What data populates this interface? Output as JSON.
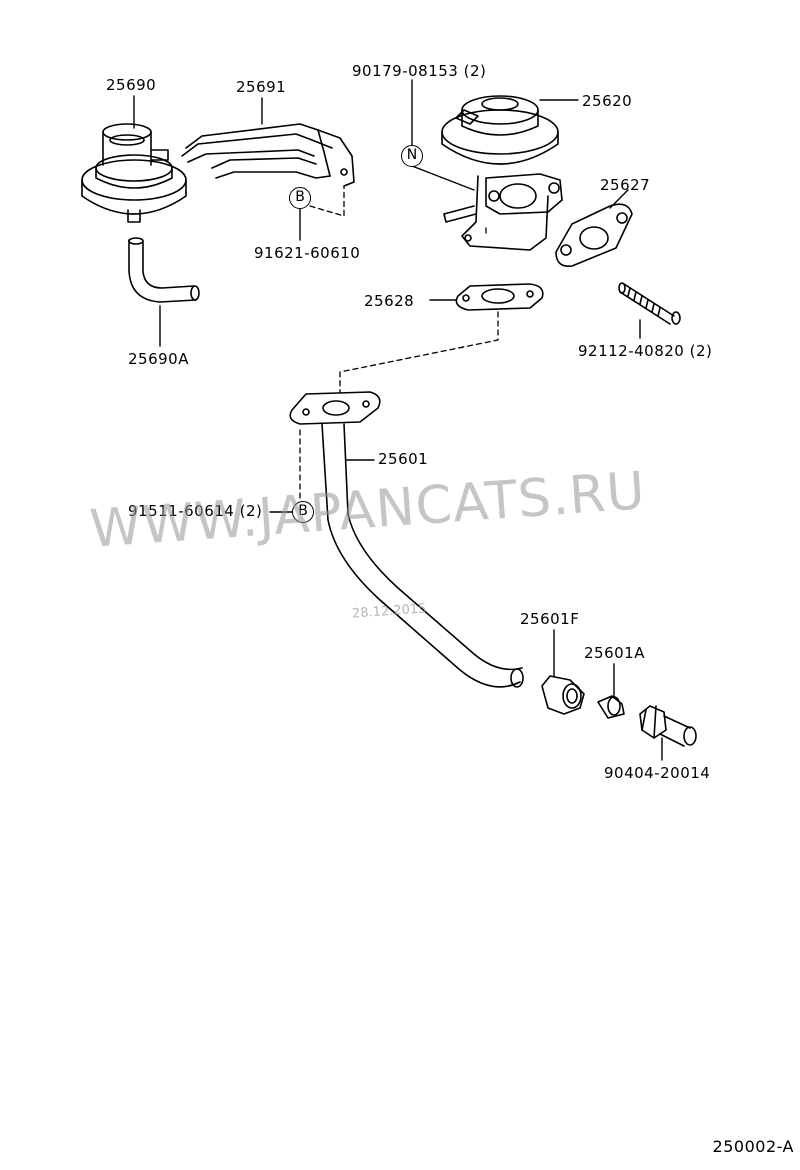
{
  "parts": {
    "p25690": "25690",
    "p25691": "25691",
    "p90179": "90179-08153 (2)",
    "p25620": "25620",
    "p25627": "25627",
    "p91621": "91621-60610",
    "p25628": "25628",
    "p92112": "92112-40820 (2)",
    "p25690A": "25690A",
    "p25601": "25601",
    "p91511": "91511-60614 (2)",
    "p25601F": "25601F",
    "p25601A": "25601A",
    "p90404": "90404-20014"
  },
  "callouts": {
    "n": "N",
    "b1": "B",
    "b2": "B"
  },
  "watermark": {
    "text": "WWW.JAPANCATS.RU",
    "date": "28.12.2015"
  },
  "document_code": "250002-A"
}
